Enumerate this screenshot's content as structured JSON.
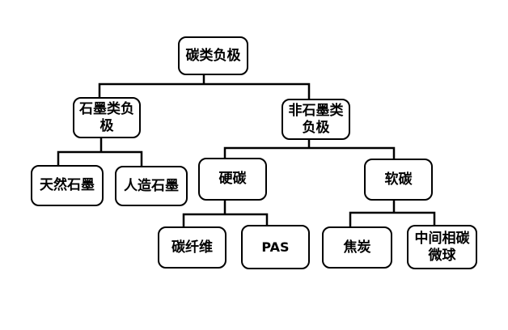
{
  "diagram": {
    "type": "flowchart-hierarchy",
    "language": "zh-CN",
    "colors": {
      "background": "#ffffff",
      "line": "#000000",
      "box_border": "#000000",
      "text": "#000000"
    },
    "nodes": {
      "root": {
        "label": "碳类负极"
      },
      "graphite": {
        "label": "石墨类负极"
      },
      "nongraphite": {
        "label": "非石墨类负极"
      },
      "natural": {
        "label": "天然石墨"
      },
      "artificial": {
        "label": "人造石墨"
      },
      "hard": {
        "label": "硬碳"
      },
      "soft": {
        "label": "软碳"
      },
      "fiber": {
        "label": "碳纤维"
      },
      "pas": {
        "label": "PAS"
      },
      "coke": {
        "label": "焦炭"
      },
      "mcmb": {
        "label": "中间相碳微球"
      }
    },
    "edges": [
      {
        "from": "碳类负极",
        "to": "石墨类负极"
      },
      {
        "from": "碳类负极",
        "to": "非石墨类负极"
      },
      {
        "from": "石墨类负极",
        "to": "天然石墨"
      },
      {
        "from": "石墨类负极",
        "to": "人造石墨"
      },
      {
        "from": "非石墨类负极",
        "to": "硬碳"
      },
      {
        "from": "非石墨类负极",
        "to": "软碳"
      },
      {
        "from": "硬碳",
        "to": "碳纤维"
      },
      {
        "from": "硬碳",
        "to": "PAS"
      },
      {
        "from": "软碳",
        "to": "焦炭"
      },
      {
        "from": "软碳",
        "to": "中间相碳微球"
      }
    ]
  }
}
